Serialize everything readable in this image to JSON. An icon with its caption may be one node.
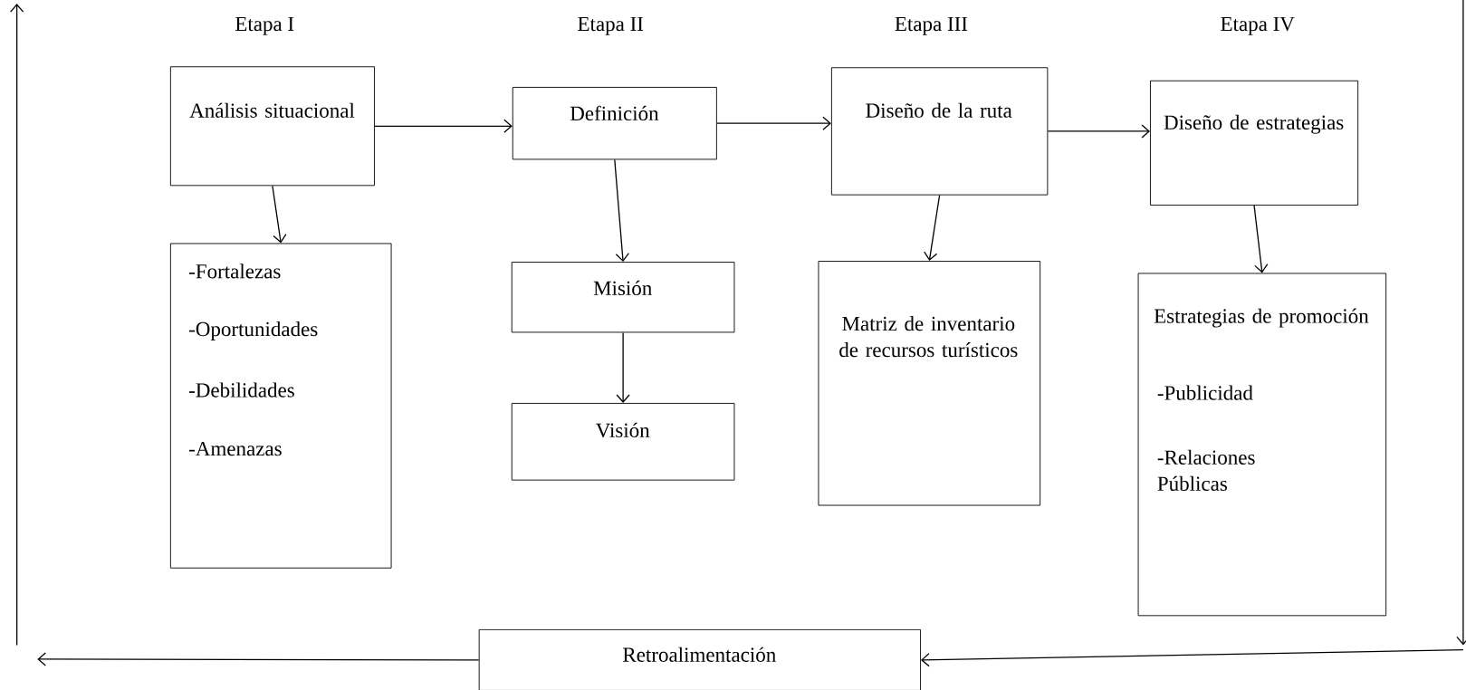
{
  "diagram": {
    "nodes": [
      {
        "text": [
          "Análisis situacional"
        ]
      },
      {
        "text": [
          "-Fortalezas",
          "-Oportunidades",
          "-Debilidades",
          "-Amenazas"
        ]
      },
      {
        "text": [
          "Definición"
        ]
      },
      {
        "text": [
          "Misión"
        ]
      },
      {
        "text": [
          "Visión"
        ]
      },
      {
        "text": [
          "Diseño de la ruta"
        ]
      },
      {
        "text": [
          "Matriz de inventario de recursos turísticos"
        ]
      },
      {
        "text": [
          "Diseño de estrategias"
        ]
      },
      {
        "text": [
          "Estrategias de promoción",
          "-Publicidad",
          "-Relaciones Públicas"
        ]
      },
      {
        "text": [
          "Retroalimentación"
        ]
      }
    ],
    "edges": [
      {
        "from": 0,
        "to": 2,
        "arrow": "to"
      },
      {
        "from": 2,
        "to": 5,
        "arrow": "to"
      },
      {
        "from": 5,
        "to": 7,
        "arrow": "to"
      },
      {
        "from": 0,
        "to": 1,
        "arrow": "to"
      },
      {
        "from": 2,
        "to": 3,
        "arrow": "to"
      },
      {
        "from": 3,
        "to": 4,
        "arrow": "to"
      },
      {
        "from": 5,
        "to": 6,
        "arrow": "to"
      },
      {
        "from": 7,
        "to": 8,
        "arrow": "to"
      },
      {
        "from": null,
        "to": 9,
        "arrow": "to"
      },
      {
        "from": 9,
        "to": null,
        "arrow": "to"
      }
    ],
    "labels": [
      "Etapa I",
      "Etapa II",
      "Etapa III",
      "Etapa IV"
    ]
  }
}
